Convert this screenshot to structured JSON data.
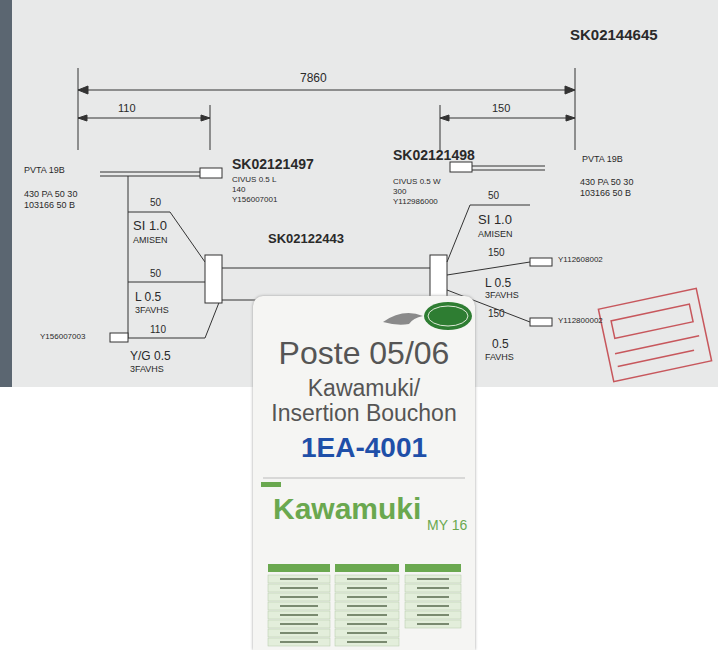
{
  "diagram": {
    "nodes": [
      {
        "text": [
          "Poste 05/06",
          "Kawamuki/ Insertion Bouchon",
          "1EA-4001",
          "Kawamuki",
          "MY 16"
        ]
      }
    ],
    "labels": [
      "SK02144645",
      "7860",
      "110",
      "150",
      "PVTA 19B",
      "430 PA 50 30",
      "103166 50 B",
      "SK02121497",
      "CIVUS 0.5 L",
      "140",
      "Y156007001",
      "SK02121498",
      "CIVUS 0.5 W",
      "300",
      "Y112986000",
      "PVTA 19B",
      "430 PA 50 30",
      "103166 50 B",
      "50",
      "SI 1.0",
      "AMISEN",
      "SK02122443",
      "50",
      "SI 1.0",
      "AMISEN",
      "50",
      "L 0.5",
      "3FAVHS",
      "150",
      "Y112608002",
      "L 0.5",
      "3FAVHS",
      "110",
      "Y156007003",
      "Y/G 0.5",
      "3FAVHS",
      "150",
      "Y112800002",
      "0.5",
      "FAVHS"
    ]
  }
}
